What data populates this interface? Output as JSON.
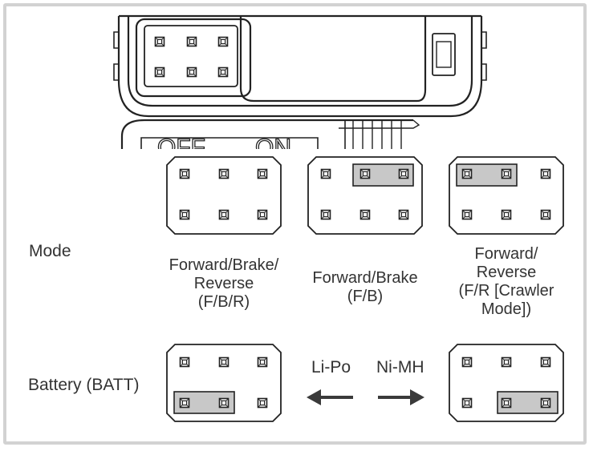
{
  "mode_label": "Mode",
  "battery_label": "Battery (BATT)",
  "modes": [
    {
      "lines": [
        "Forward/Brake/",
        "Reverse",
        "(F/B/R)"
      ]
    },
    {
      "lines": [
        "Forward/Brake",
        "(F/B)"
      ]
    },
    {
      "lines": [
        "Forward/",
        "Reverse",
        "(F/R [Crawler",
        "Mode])"
      ]
    }
  ],
  "battery_options": {
    "lipo": "Li-Po",
    "nimh": "Ni-MH"
  },
  "switch_label_off": "OFF",
  "switch_label_on": "ON",
  "colors": {
    "outline": "#222222",
    "jumper_fill": "#c8c8c8",
    "frame": "#d2d2d2"
  }
}
